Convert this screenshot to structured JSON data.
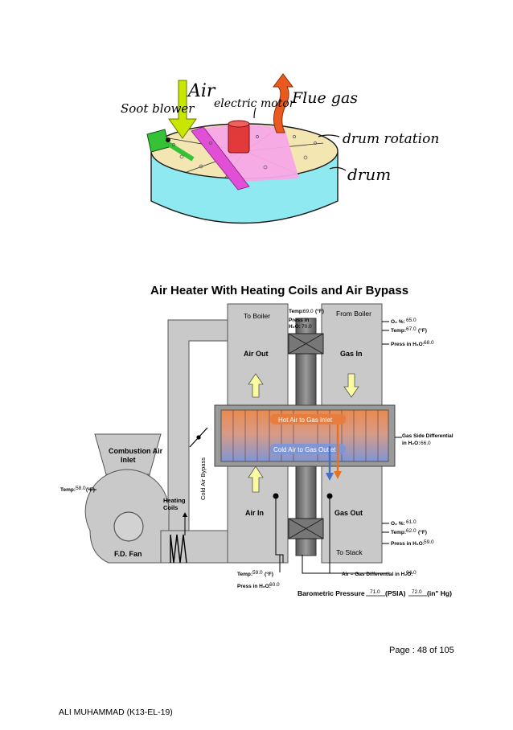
{
  "sketch": {
    "labels": {
      "soot_blower": "Soot blower",
      "air": "Air",
      "electric_motor": "electric motor",
      "flue_gas": "Flue gas",
      "drum_rotation": "drum rotation",
      "drum": "drum"
    },
    "colors": {
      "drum_side": "#8ee9f0",
      "drum_top": "#f3e6b3",
      "pink_wedge": "#f7a8e8",
      "magenta_bar": "#e14fd6",
      "motor": "#e23a3a",
      "blower": "#36c236",
      "air_arrow": "#c9e600",
      "flue_arrow": "#ea5a1e"
    }
  },
  "diagram": {
    "title": "Air Heater With Heating Coils and Air Bypass",
    "to_boiler": "To Boiler",
    "from_boiler": "From Boiler",
    "air_out": "Air Out",
    "gas_in": "Gas In",
    "air_in": "Air In",
    "gas_out": "Gas Out",
    "hot_air_to_gas_inlet": "Hot Air to  Gas Inlet",
    "cold_air_to_gas_outlet": "Cold Air to  Gas Outlet",
    "cold_air_bypass": "Cold Air Bypass",
    "combustion_air_inlet_line1": "Combustion Air",
    "combustion_air_inlet_line2": "Inlet",
    "heating_coils_line1": "Heating",
    "heating_coils_line2": "Coils",
    "fd_fan": "F.D. Fan",
    "to_stack": "To Stack",
    "top_temp_label": "Temp:",
    "top_temp_value": "69.0",
    "top_temp_unit": "(°F)",
    "top_press_label_1": "Press in",
    "top_press_label_2": "H₂O:",
    "top_press_value": "70.0",
    "o2_top_label": "O₂ %:",
    "o2_top_value": "65.0",
    "gas_in_temp_label": "Temp:",
    "gas_in_temp_value": "67.0",
    "gas_in_temp_unit": "(°F)",
    "gas_in_press_label": "Press in H₂O:",
    "gas_in_press_value": "68.0",
    "gas_side_diff_line1": "Gas Side Differential",
    "gas_side_diff_line2": "in H₂O:",
    "gas_side_diff_value": "66.0",
    "fan_temp_label": "Temp:",
    "fan_temp_value": "58.0",
    "fan_temp_unit": "(°F)",
    "o2_bottom_label": "O₂ %:",
    "o2_bottom_value": "61.0",
    "gas_out_temp_label": "Temp:",
    "gas_out_temp_value": "62.0",
    "gas_out_temp_unit": "(°F)",
    "gas_out_press_label": "Press in H₂O:",
    "gas_out_press_value": "59.0",
    "air_in_temp_label": "Temp:",
    "air_in_temp_value": "59.0",
    "air_in_temp_unit": "(°F)",
    "air_in_press_label": "Press in H₂O:",
    "air_in_press_value": "60.0",
    "air_gas_diff_label": "Air – Gas Differential in H₂O:",
    "air_gas_diff_value": "64.0",
    "barometric_label": "Barometric Pressure",
    "barometric_psia_value": "71.0",
    "barometric_psia_unit": "(PSIA)",
    "barometric_hg_value": "72.0",
    "barometric_hg_unit": "(in\" Hg)"
  },
  "footer": {
    "page_prefix": "Page : ",
    "page_number": "48",
    "page_of": " of ",
    "page_total": "105",
    "author": "ALI MUHAMMAD (K13-EL-19)"
  }
}
